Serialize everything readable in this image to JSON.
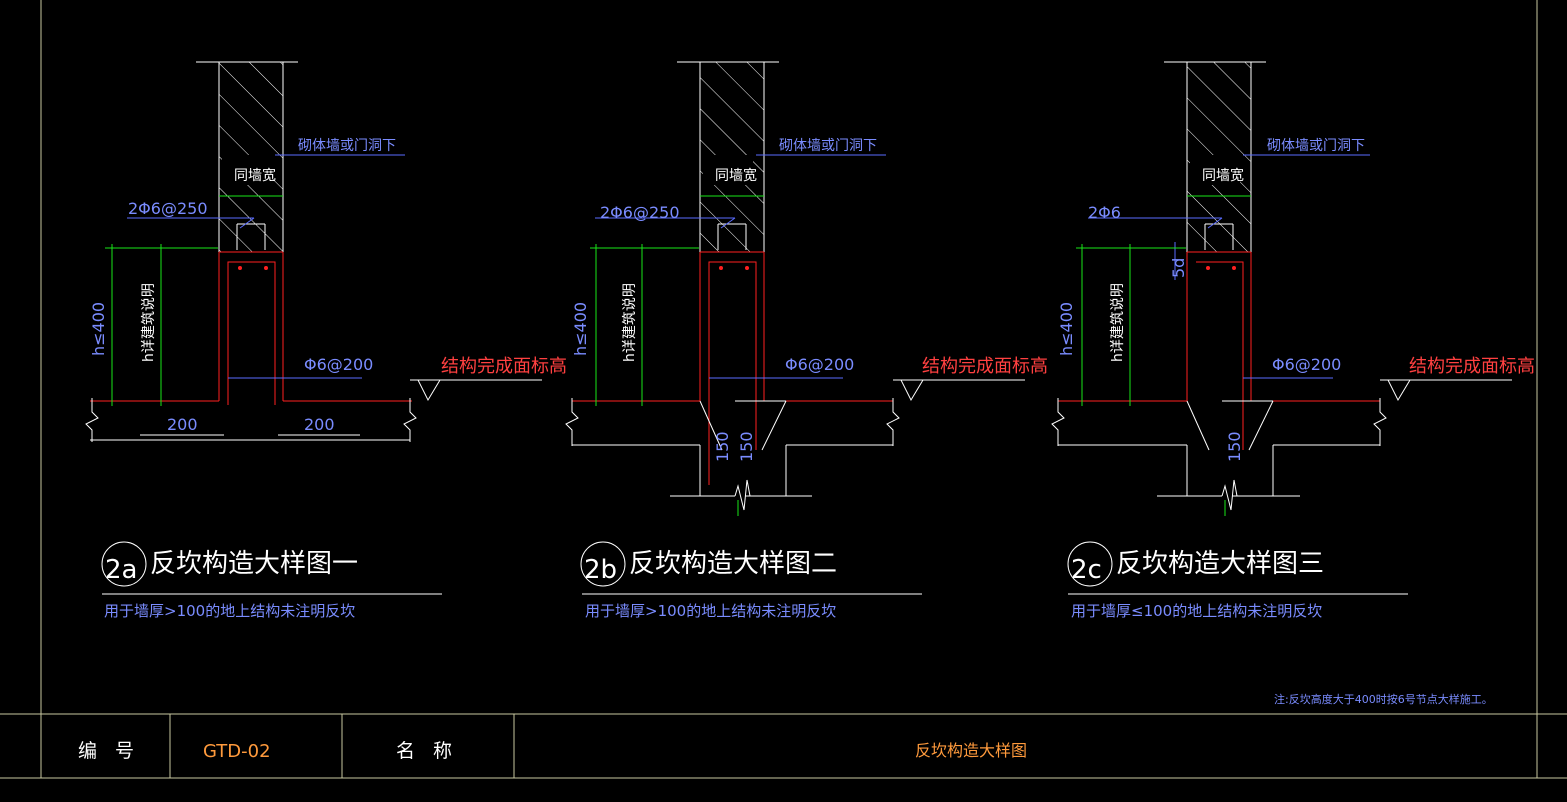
{
  "colors": {
    "frame": "#c8c8a0",
    "wall": "#ffffff",
    "rebar": "#ff2020",
    "leader": "#5a6cff",
    "blue_text": "#7a8cff",
    "dim": "#19e619",
    "ground": "#ff4040",
    "title_text": "#ffffff",
    "title_code": "#ff9a3c"
  },
  "details": [
    {
      "marker": "2a",
      "title": "反坎构造大样图一",
      "note": "用于墙厚>100的地上结构未注明反坎",
      "wall_label": "砌体墙或门洞下",
      "width_label": "同墙宽",
      "rebar_long": "2Φ6@250",
      "rebar_stirrup": "Φ6@200",
      "elevation_label": "结构完成面标高",
      "height_max": "h≤400",
      "height_note": "h详建筑说明",
      "dims": [
        "200",
        "200"
      ]
    },
    {
      "marker": "2b",
      "title": "反坎构造大样图二",
      "note": "用于墙厚>100的地上结构未注明反坎",
      "wall_label": "砌体墙或门洞下",
      "width_label": "同墙宽",
      "rebar_long": "2Φ6@250",
      "rebar_stirrup": "Φ6@200",
      "elevation_label": "结构完成面标高",
      "height_max": "h≤400",
      "height_note": "h详建筑说明",
      "dims": [
        "150",
        "150"
      ]
    },
    {
      "marker": "2c",
      "title": "反坎构造大样图三",
      "note": "用于墙厚≤100的地上结构未注明反坎",
      "wall_label": "砌体墙或门洞下",
      "width_label": "同墙宽",
      "rebar_long": "2Φ6",
      "rebar_stirrup": "Φ6@200",
      "elevation_label": "结构完成面标高",
      "height_max": "h≤400",
      "height_note": "h详建筑说明",
      "anchor": "5d",
      "dims": [
        "150"
      ]
    }
  ],
  "footnote": "注:反坎高度大于400时按6号节点大样施工。",
  "title_block": {
    "code_label": "编 号",
    "code_value": "GTD-02",
    "name_label": "名 称",
    "name_value": "反坎构造大样图"
  }
}
